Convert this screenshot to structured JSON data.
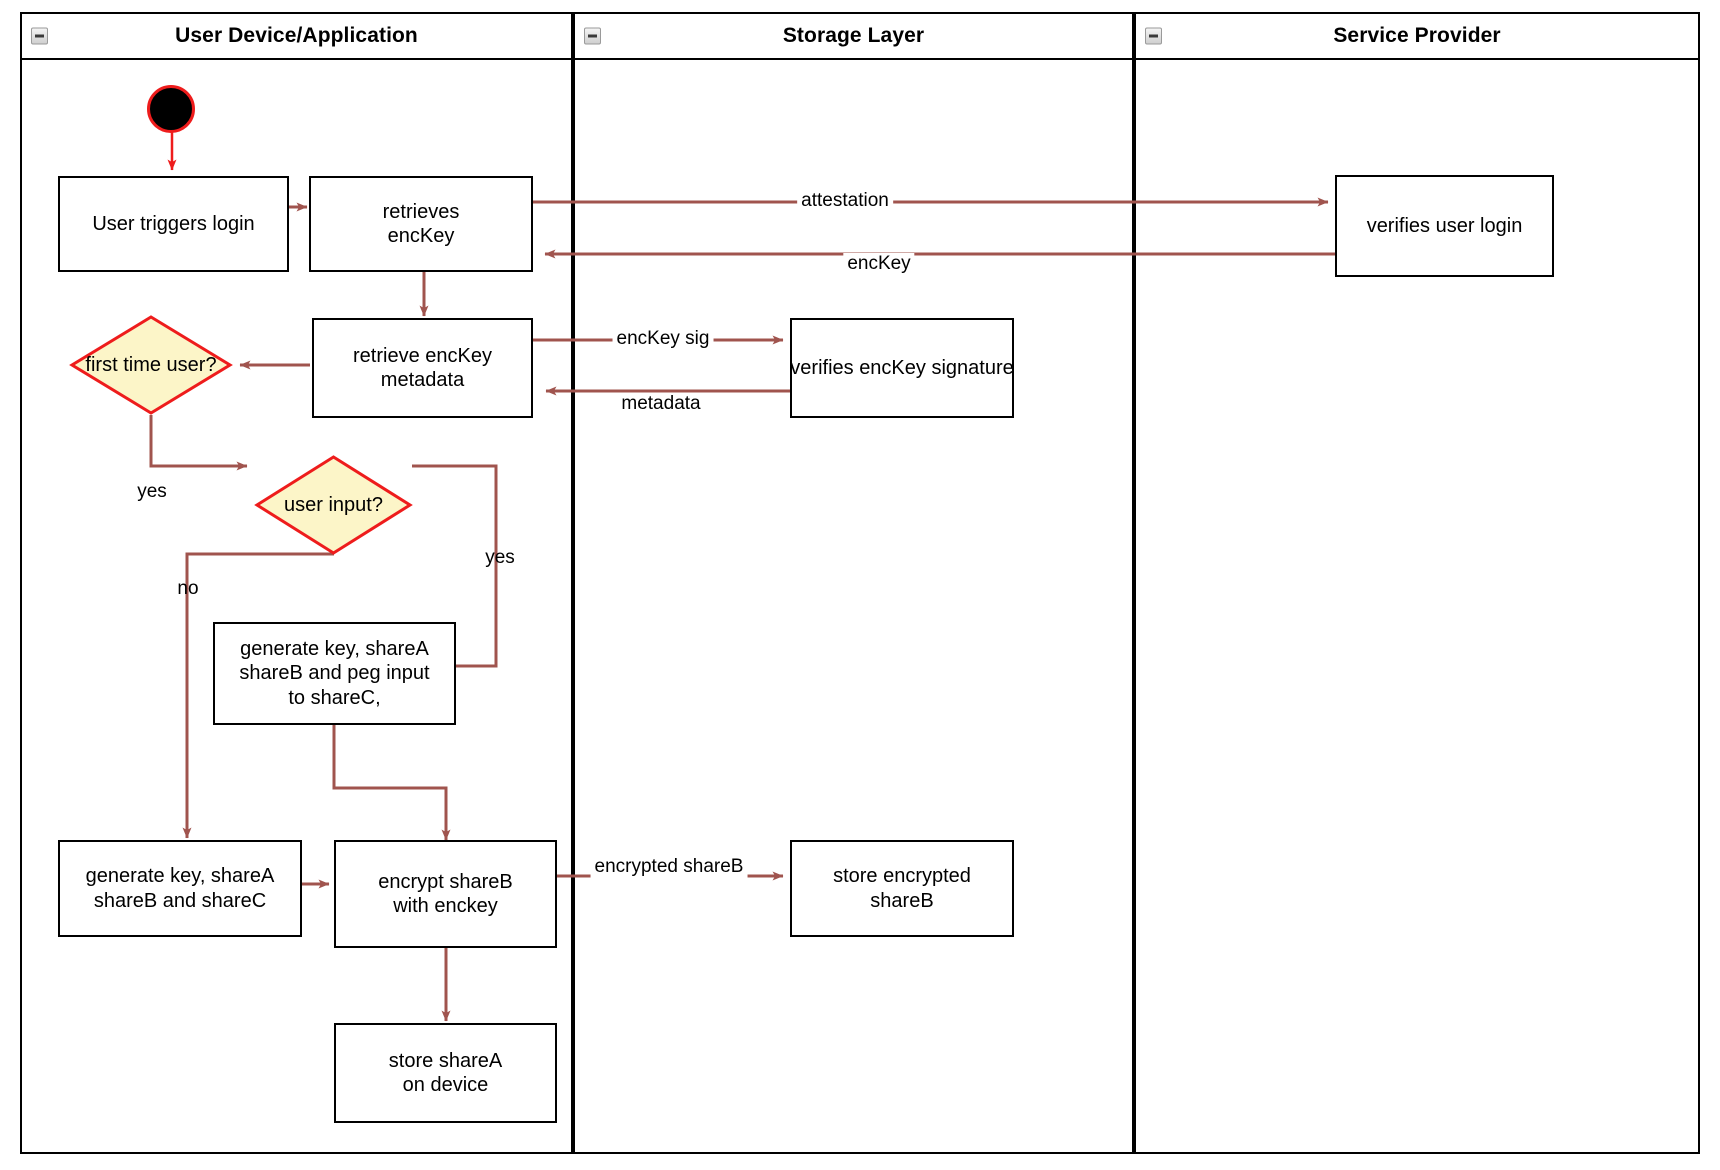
{
  "diagram": {
    "type": "uml-activity-swimlane",
    "title": "Login / key-share provisioning activity",
    "colors": {
      "edge": "#a0544e",
      "start_edge": "#ee1c1c",
      "decision_fill": "#fcf5c8",
      "decision_stroke": "#ee1c1c",
      "node_stroke": "#000000",
      "lane_stroke": "#000000",
      "background": "#ffffff"
    }
  },
  "lanes": [
    {
      "id": "user-device",
      "label": "User Device/Application",
      "collapse_icon": "minus-box-icon"
    },
    {
      "id": "storage-layer",
      "label": "Storage Layer",
      "collapse_icon": "minus-box-icon"
    },
    {
      "id": "service-provider",
      "label": "Service Provider",
      "collapse_icon": "minus-box-icon"
    }
  ],
  "nodes": {
    "initial": {
      "kind": "initial-node",
      "label": ""
    },
    "user_triggers_login": {
      "kind": "action",
      "lines": [
        "User triggers login"
      ]
    },
    "retrieves_enckey": {
      "kind": "action",
      "lines": [
        "retrieves",
        "encKey"
      ]
    },
    "retrieve_metadata": {
      "kind": "action",
      "lines": [
        "retrieve encKey",
        "metadata"
      ]
    },
    "first_time_user": {
      "kind": "decision",
      "lines": [
        "first time",
        "user?"
      ]
    },
    "user_input": {
      "kind": "decision",
      "lines": [
        "user input?"
      ]
    },
    "gen_peg": {
      "kind": "action",
      "lines": [
        "generate key, shareA",
        "shareB and peg input",
        "to shareC,"
      ]
    },
    "gen_shares": {
      "kind": "action",
      "lines": [
        "generate key, shareA",
        "shareB and shareC"
      ]
    },
    "encrypt_shareb": {
      "kind": "action",
      "lines": [
        "encrypt shareB",
        "with enckey"
      ]
    },
    "store_sharea": {
      "kind": "action",
      "lines": [
        "store shareA",
        "on device"
      ]
    },
    "verifies_sig": {
      "kind": "action",
      "lines": [
        "verifies encKey signature"
      ]
    },
    "store_enc_shareb": {
      "kind": "action",
      "lines": [
        "store encrypted",
        "shareB"
      ]
    },
    "verifies_login": {
      "kind": "action",
      "lines": [
        "verifies user login"
      ]
    }
  },
  "edge_labels": {
    "attestation": {
      "lines": [
        "attestation"
      ]
    },
    "enckey": {
      "lines": [
        "encKey"
      ]
    },
    "enckey_sig": {
      "lines": [
        "encKey sig"
      ]
    },
    "metadata": {
      "lines": [
        "metadata"
      ]
    },
    "yes_first_time": {
      "lines": [
        "yes"
      ]
    },
    "yes_user_input": {
      "lines": [
        "yes"
      ]
    },
    "no_user_input": {
      "lines": [
        "no"
      ]
    },
    "encrypted_shareb": {
      "lines": [
        "encrypted",
        "shareB"
      ]
    }
  }
}
